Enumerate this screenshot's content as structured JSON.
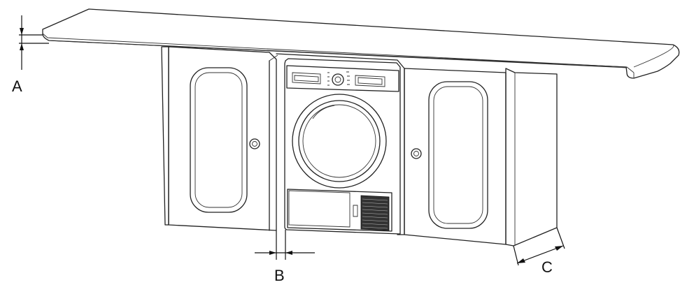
{
  "labels": {
    "a": "A",
    "b": "B",
    "c": "C"
  },
  "colors": {
    "line": "#222222",
    "side_panel_fill": "#ececec",
    "cabinet_fill": "#f4f4f4",
    "counter_fill": "#f7f7f7",
    "vent_fill": "#333333"
  }
}
